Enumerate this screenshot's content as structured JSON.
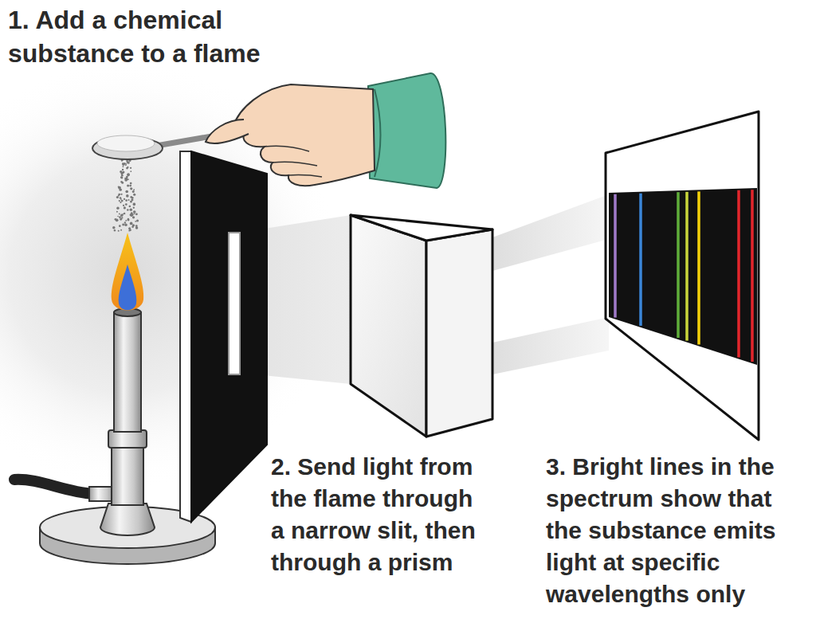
{
  "diagram": {
    "labels": [
      "1. Add a chemical substance to a flame",
      "2. Send light from the flame through a narrow slit, then through a prism",
      "3. Bright lines in the spectrum show that the substance emits light at specific wavelengths only"
    ]
  }
}
